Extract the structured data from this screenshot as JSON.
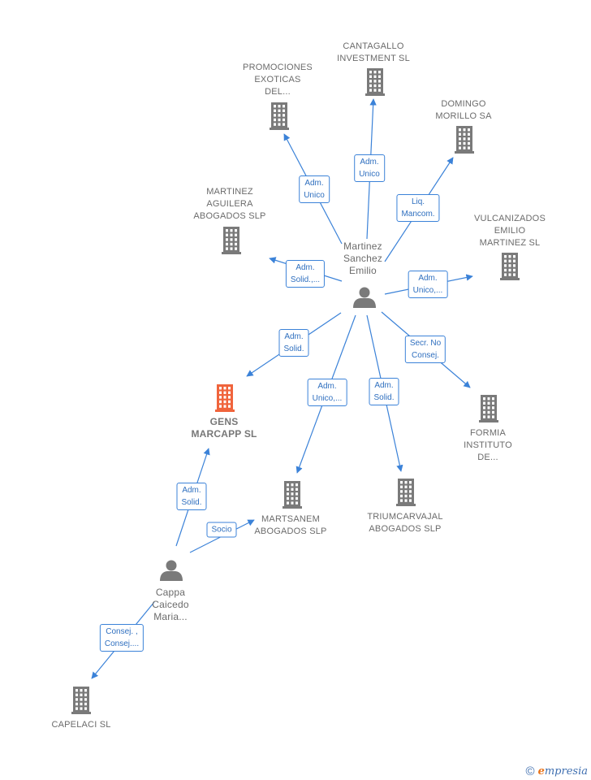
{
  "nodes": [
    {
      "id": "cantagallo",
      "type": "company",
      "label": "CANTAGALLO\nINVESTMENT SL"
    },
    {
      "id": "promociones",
      "type": "company",
      "label": "PROMOCIONES\nEXOTICAS\nDEL..."
    },
    {
      "id": "domingo",
      "type": "company",
      "label": "DOMINGO\nMORILLO SA"
    },
    {
      "id": "martinez_aguilera",
      "type": "company",
      "label": "MARTINEZ\nAGUILERA\nABOGADOS SLP"
    },
    {
      "id": "vulcanizados",
      "type": "company",
      "label": "VULCANIZADOS\nEMILIO\nMARTINEZ SL"
    },
    {
      "id": "martinez_sanchez",
      "type": "person",
      "label": "Martinez\nSanchez\nEmilio"
    },
    {
      "id": "gens",
      "type": "focus",
      "label": "GENS\nMARCAPP SL"
    },
    {
      "id": "formia",
      "type": "company",
      "label": "FORMIA\nINSTITUTO\nDE..."
    },
    {
      "id": "martsanem",
      "type": "company",
      "label": "MARTSANEM\nABOGADOS SLP"
    },
    {
      "id": "triumcarvajal",
      "type": "company",
      "label": "TRIUMCARVAJAL\nABOGADOS SLP"
    },
    {
      "id": "cappa",
      "type": "person",
      "label": "Cappa\nCaicedo\nMaria..."
    },
    {
      "id": "capelaci",
      "type": "company",
      "label": "CAPELACI SL"
    }
  ],
  "edges": [
    {
      "id": "e_cantagallo",
      "from": "martinez_sanchez",
      "to": "cantagallo",
      "label": "Adm.\nUnico"
    },
    {
      "id": "e_promociones",
      "from": "martinez_sanchez",
      "to": "promociones",
      "label": "Adm.\nUnico"
    },
    {
      "id": "e_domingo",
      "from": "martinez_sanchez",
      "to": "domingo",
      "label": "Liq.\nMancom."
    },
    {
      "id": "e_martinez_aguilera",
      "from": "martinez_sanchez",
      "to": "martinez_aguilera",
      "label": "Adm.\nSolid.,..."
    },
    {
      "id": "e_vulcanizados",
      "from": "martinez_sanchez",
      "to": "vulcanizados",
      "label": "Adm.\nUnico,..."
    },
    {
      "id": "e_gens_ms",
      "from": "martinez_sanchez",
      "to": "gens",
      "label": "Adm.\nSolid."
    },
    {
      "id": "e_formia",
      "from": "martinez_sanchez",
      "to": "formia",
      "label": "Secr. No\nConsej."
    },
    {
      "id": "e_martsanem_ms",
      "from": "martinez_sanchez",
      "to": "martsanem",
      "label": "Adm.\nUnico,..."
    },
    {
      "id": "e_triumcarvajal",
      "from": "martinez_sanchez",
      "to": "triumcarvajal",
      "label": "Adm.\nSolid."
    },
    {
      "id": "e_gens_cappa",
      "from": "cappa",
      "to": "gens",
      "label": "Adm.\nSolid."
    },
    {
      "id": "e_martsanem_cappa",
      "from": "cappa",
      "to": "martsanem",
      "label": "Socio"
    },
    {
      "id": "e_capelaci",
      "from": "cappa",
      "to": "capelaci",
      "label": "Consej. ,\nConsej...."
    }
  ],
  "colors": {
    "edge": "#3b82d8",
    "company_icon": "#7a7a7a",
    "focus_icon": "#f0643c",
    "person_icon": "#7a7a7a"
  },
  "footer": {
    "copyright_symbol": "©",
    "brand_initial": "e",
    "brand_rest": "mpresia"
  }
}
